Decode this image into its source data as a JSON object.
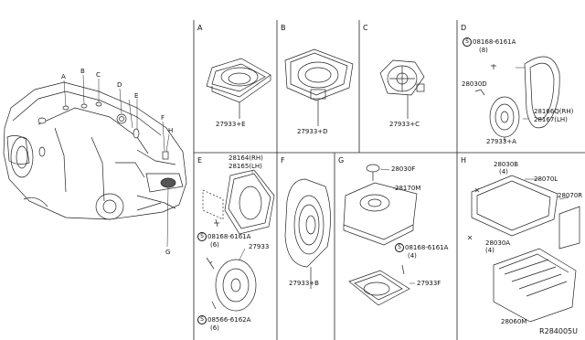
{
  "vehicle_callouts": [
    "A",
    "B",
    "C",
    "D",
    "E",
    "F",
    "H",
    "G"
  ],
  "sections": {
    "A": {
      "letter": "A",
      "part": "27933+E"
    },
    "B": {
      "letter": "B",
      "part": "27933+D"
    },
    "C": {
      "letter": "C",
      "part": "27933+C"
    },
    "D": {
      "letter": "D",
      "screw_code": "08168-6161A",
      "screw_qty": "(8)",
      "clip": "28030D",
      "speaker_rh": "28166Q(RH)",
      "speaker_lh": "28167(LH)",
      "part": "27933+A"
    },
    "E": {
      "letter": "E",
      "bracket_rh": "28164(RH)",
      "bracket_lh": "28165(LH)",
      "screw_code": "08168-6161A",
      "screw_qty": "(6)",
      "speaker": "27933",
      "screw2_code": "08566-6162A",
      "screw2_qty": "(6)"
    },
    "F": {
      "letter": "F",
      "part": "27933+B"
    },
    "G": {
      "letter": "G",
      "cap": "28030F",
      "woofer": "28170M",
      "screw_code": "08168-6161A",
      "screw_qty": "(4)",
      "part": "27933F"
    },
    "H": {
      "letter": "H",
      "clip1": "28030B",
      "clip1_qty": "(4)",
      "cover": "28070L",
      "bracket": "28070R",
      "clip2": "28030A",
      "clip2_qty": "(4)",
      "amp": "28060M"
    }
  },
  "screw_symbol": "S",
  "reference": "R284005U"
}
